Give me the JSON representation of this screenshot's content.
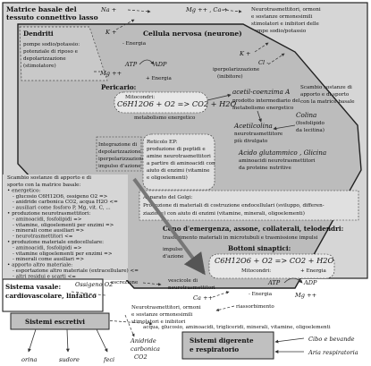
{
  "matrix": {
    "title_1": "Matrice basale del",
    "title_2": "tessuto connettivo lasso",
    "ions_top": [
      "Na +",
      "Mg ++ , Ca +"
    ]
  },
  "neuron": {
    "title": "Cellula nervosa (neurone)"
  },
  "dendrites": {
    "title": "Dendriti",
    "lines": [
      "pompe sodio/potassio:",
      "potenziale di riposo e",
      "depolarizzazione",
      "(stimolatore)"
    ]
  },
  "top_right": {
    "lines": [
      "Neurotrasmettitori, ormoni",
      "e sostanze ormonesimili",
      "stimolatori e inibitori delle",
      "pompe sodio/potassio"
    ]
  },
  "pericario": {
    "title": "Pericario:"
  },
  "mitocondri": {
    "title": "Mitocondri:",
    "equation": "C6H12O6 + O2 => CO2 + H2O",
    "caption": "metabolismo energetico"
  },
  "acetyl": {
    "title": "acetil-coenzima A",
    "lines": [
      "prodotto intermediario del",
      "metabolismo energetico"
    ]
  },
  "exchange_right": {
    "lines": [
      "Scambio sostanze di",
      "apporto e di sporto",
      "con la matrice basale"
    ]
  },
  "ions": {
    "k_plus": "K +",
    "mg": "Mg ++",
    "atp": "ATP",
    "adp": "ADP",
    "energia": "- Energia",
    "energia_plus": "+ Energia",
    "cl": "Cl -",
    "ca_plus": "Ca +",
    "ca_pp": "Ca ++"
  },
  "iperpolarizzazione": {
    "lines": [
      "iperpolarizzazione",
      "(inibitore)"
    ]
  },
  "integration": {
    "lines": [
      "Integrazione di",
      "depolarizzazione e",
      "iperpolarizzazione:",
      "impulso d'azione"
    ]
  },
  "er": {
    "lines": [
      "Reticolo EP:",
      "produzione di peptidi e",
      "amine neurotrasmettitori",
      "a partire di aminoacidi con",
      "aiuto di enzimi (vitamine",
      "e oligoelementi)"
    ]
  },
  "acetilcolina": {
    "title": "Acetilcolina",
    "lines": [
      "neurotrasmettitore",
      "più divulgato"
    ]
  },
  "colina": {
    "title": "Colina",
    "lines": [
      "(fosfolipido",
      "da lecitina)"
    ]
  },
  "acido": {
    "title": "Acido glutammico , Glicina",
    "lines": [
      "aminoacidi neurotrasmettitori",
      "da proteine nutritive"
    ]
  },
  "exchange_left": {
    "title": "Scambio sostanze di apporto e di",
    "lines": [
      "sporto con la matrice basale:",
      "• energetico:",
      "- glucosio C6H12O6, ossigeno O2 =>",
      "- anidride carbonica CO2, acqua H2O <=",
      "- ausiliari come fosforo P, Mg, vit. C, ...",
      "• produzione neurotrasmettitori:",
      "- aminoacidi, fosfolipidi =>",
      "- vitamine, oligoelementi per enzimi =>",
      "- minerali come ausiliari =>",
      "- neurotrasmettitori <=",
      "• produzione materiale endocellulare:",
      "- aminoacidi, fosfolipidi =>",
      "- vitamine oligoelementi per enzimi =>",
      "- minerali come ausiliari =>",
      "• apporto altro materiale:",
      "- esportazione altro materiale (extracellulare) <=",
      "- altri residui e scarti <="
    ]
  },
  "golgi": {
    "lines": [
      "Apparato del Golgi:",
      "Produzione di materiali di costruzione endocellulari (sviluppo, differen-",
      "ziazione) con aiuto di enzimi (vitamine, minerali, oligoelementi)"
    ]
  },
  "cono": {
    "lines": [
      "Cono d'emergenza, assone, collaterali, telodendri:",
      "trasferimento materiali in microtubuli e trasmissione impulsi"
    ]
  },
  "impulso": {
    "lines": [
      "impulso",
      "d'azione"
    ]
  },
  "bottoni": {
    "title": "Bottoni sinaptici:",
    "equation": "C6H12O6 + O2 => CO2 + H2O",
    "mitocondri": "Mitocondri:"
  },
  "vesicole": {
    "lines": [
      "vescicole di",
      "neurotrasmettitori"
    ]
  },
  "escrezione": "escrezione",
  "riassorbimento": "riassorbimento",
  "bottom_center": {
    "lines": [
      "Neurotrasmettitori, ormoni",
      "e sostanze ormonesimili",
      "stimolatori e inibitori"
    ]
  },
  "vasal": {
    "title_1": "Sistema vasale:",
    "title_2": "cardiovascolare, linfatico",
    "oxygen": "Ossigeno O2",
    "nutrients": "acqua, glucosio, aminoacidi, trigliceridi, minerali, vitamine, oligoelementi"
  },
  "escretivi": {
    "title": "Sistemi escretivi",
    "outputs": [
      "orina",
      "sudore",
      "feci"
    ]
  },
  "anidride": {
    "lines": [
      "Anidride",
      "carbonica",
      "CO2"
    ]
  },
  "digerente": {
    "lines": [
      "Sistemi digerente",
      "e respiratorio"
    ]
  },
  "inputs": [
    "Cibo e bevande",
    "Aria respiratoria"
  ],
  "colors": {
    "matrix_bg": "#d6d6d6",
    "cell_bg": "#bcbcbc",
    "box_bg": "#e8e8e8",
    "border": "#222222",
    "arrow": "#333333"
  }
}
